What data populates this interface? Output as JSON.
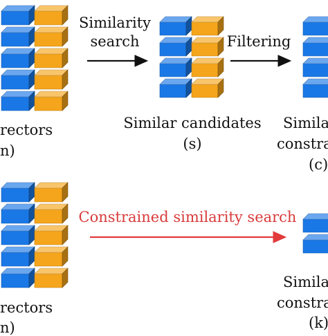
{
  "colors": {
    "blue": "#1a78e6",
    "orange": "#f5a51b",
    "arrow_black": "#111111",
    "arrow_red": "#e23a3a"
  },
  "top_row": {
    "vectors_label_line1": "rectors",
    "vectors_label_line2": "n)",
    "arrow1_label_line1": "Similarity",
    "arrow1_label_line2": "search",
    "candidates_label_line1": "Similar candidates",
    "candidates_label_line2": "(s)",
    "arrow2_label": "Filtering",
    "result_label_line1": "Simila",
    "result_label_line2": "constra",
    "result_label_line3": "(c)"
  },
  "bottom_row": {
    "vectors_label_line1": "rectors",
    "vectors_label_line2": "n)",
    "arrow_label": "Constrained similarity search",
    "result_label_line1": "Simila",
    "result_label_line2": "constra",
    "result_label_line3": "(k)"
  }
}
